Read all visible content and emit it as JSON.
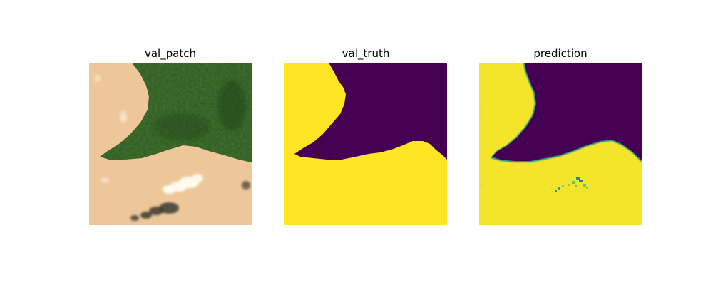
{
  "panels": [
    {
      "title": "val_patch"
    },
    {
      "title": "val_truth"
    },
    {
      "title": "prediction"
    }
  ],
  "colors": {
    "water": "#edc79a",
    "forest": "#2c5a1a",
    "forest_dark": "#1d4212",
    "cloud": "#fffcee",
    "shadow": "#3a3a2e",
    "mask_yellow": "#fde725",
    "mask_purple": "#440154",
    "mask_teal": "#21918c",
    "mask_green": "#5ec962"
  }
}
